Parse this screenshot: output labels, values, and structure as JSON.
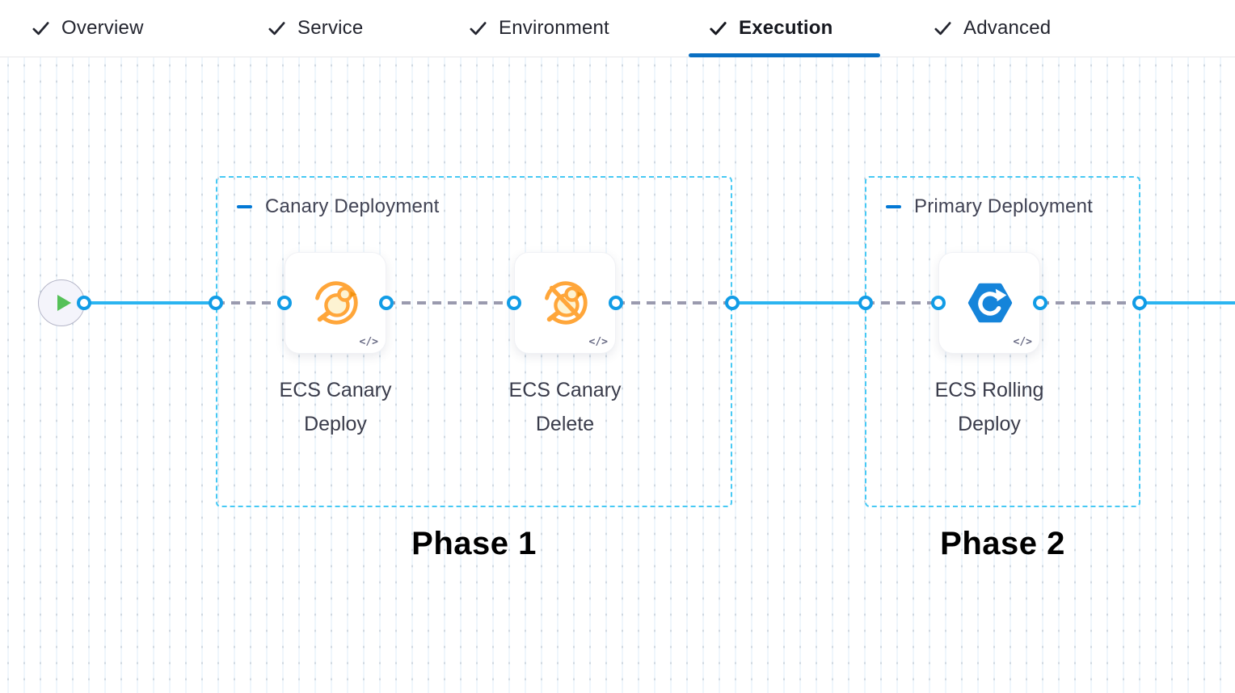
{
  "tab_bar": {
    "tabs": [
      {
        "label": "Overview",
        "completed": true,
        "active": false
      },
      {
        "label": "Service",
        "completed": true,
        "active": false
      },
      {
        "label": "Environment",
        "completed": true,
        "active": false
      },
      {
        "label": "Execution",
        "completed": true,
        "active": true
      },
      {
        "label": "Advanced",
        "completed": true,
        "active": false
      }
    ]
  },
  "pipeline": {
    "start_node": {
      "icon": "play-icon"
    },
    "groups": [
      {
        "title": "Canary Deployment",
        "phase_label": "Phase 1",
        "steps": [
          {
            "name": "ECS Canary Deploy",
            "lines": [
              "ECS Canary",
              "Deploy"
            ],
            "icon": "ecs-canary-deploy-icon",
            "code_badge": "</>"
          },
          {
            "name": "ECS Canary Delete",
            "lines": [
              "ECS Canary",
              "Delete"
            ],
            "icon": "ecs-canary-delete-icon",
            "code_badge": "</>"
          }
        ]
      },
      {
        "title": "Primary Deployment",
        "phase_label": "Phase 2",
        "steps": [
          {
            "name": "ECS Rolling Deploy",
            "lines": [
              "ECS Rolling",
              "Deploy"
            ],
            "icon": "ecs-rolling-deploy-icon",
            "code_badge": "</>"
          }
        ]
      }
    ]
  },
  "colors": {
    "accent_blue": "#0a6fc2",
    "flow_line_blue": "#2bb4f0",
    "node_ring_blue": "#119ce6",
    "group_border_blue": "#47c9f4",
    "connector_gray": "#9a9aae",
    "canary_orange": "#ffa63a",
    "ecs_blue": "#1584da",
    "start_play_green": "#55c158"
  }
}
